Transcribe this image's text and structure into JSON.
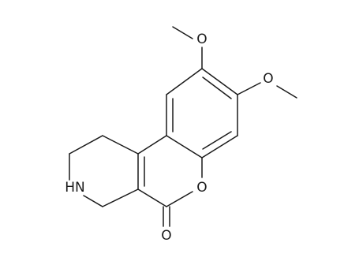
{
  "structure": {
    "atom_labels": {
      "ring_oxygen": "O",
      "carbonyl_oxygen": "O",
      "methoxy_oxygen_top": "O",
      "methoxy_oxygen_right": "O",
      "amine_nitrogen": "HN"
    },
    "colors": {
      "bond": "#1a1a1a",
      "background": "#ffffff"
    }
  }
}
